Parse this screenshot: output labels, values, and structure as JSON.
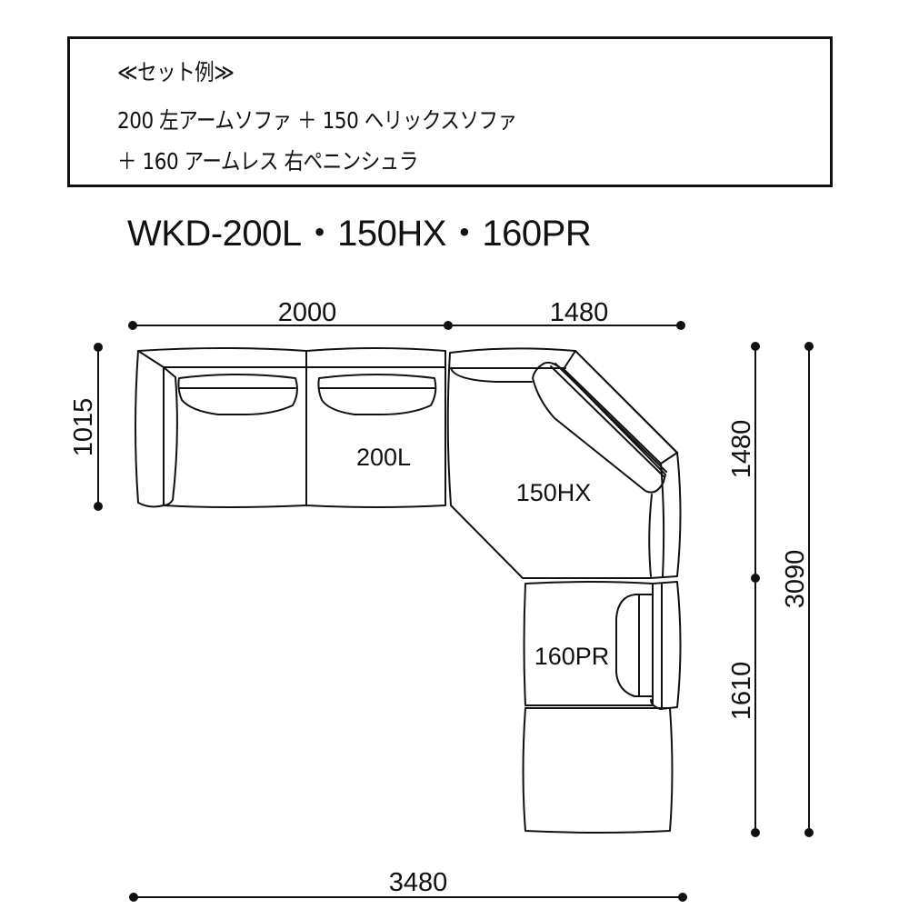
{
  "set_example": {
    "heading": "≪セット例≫",
    "line1": "200 左アームソファ ＋ 150 ヘリックスソファ",
    "line2": "＋ 160 アームレス 右ペニンシュラ"
  },
  "model_code": "WKD-200L・150HX・160PR",
  "units": {
    "u200L": "200L",
    "u150HX": "150HX",
    "u160PR": "160PR"
  },
  "dimensions": {
    "top_left_width": "2000",
    "top_right_width": "1480",
    "left_depth": "1015",
    "right_upper_height": "1480",
    "right_lower_height": "1610",
    "total_height": "3090",
    "total_width": "3480"
  },
  "colors": {
    "line": "#111111",
    "background": "#ffffff"
  }
}
